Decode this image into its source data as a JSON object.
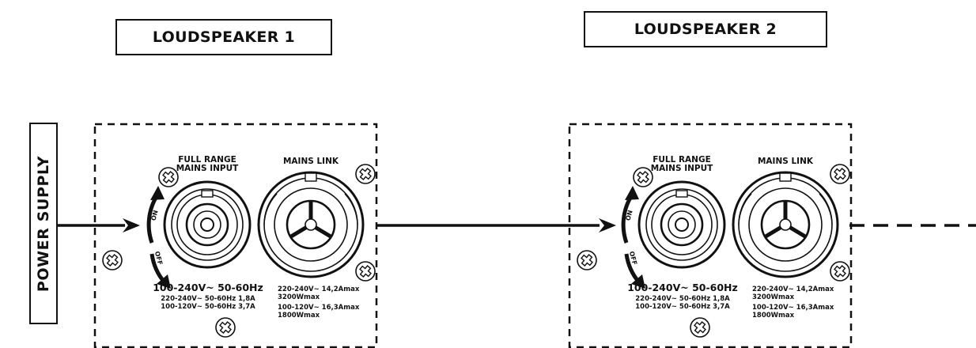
{
  "power_supply_label": "POWER SUPPLY",
  "colors": {
    "ink": "#111111",
    "background": "#ffffff"
  },
  "speakers": [
    {
      "title": "LOUDSPEAKER 1",
      "input_label_line1": "FULL RANGE",
      "input_label_line2": "MAINS INPUT",
      "link_label": "MAINS LINK",
      "on_label": "ON",
      "off_label": "OFF",
      "input_rating_main": "100-240V~ 50-60Hz",
      "input_rating_1": "220-240V~ 50-60Hz 1,8A",
      "input_rating_2": "100-120V~ 50-60Hz 3,7A",
      "link_rating_1a": "220-240V~ 14,2Amax",
      "link_rating_1b": "3200Wmax",
      "link_rating_2a": "100-120V~ 16,3Amax",
      "link_rating_2b": "1800Wmax"
    },
    {
      "title": "LOUDSPEAKER 2",
      "input_label_line1": "FULL RANGE",
      "input_label_line2": "MAINS INPUT",
      "link_label": "MAINS LINK",
      "on_label": "ON",
      "off_label": "OFF",
      "input_rating_main": "100-240V~ 50-60Hz",
      "input_rating_1": "220-240V~ 50-60Hz 1,8A",
      "input_rating_2": "100-120V~ 50-60Hz 3,7A",
      "link_rating_1a": "220-240V~ 14,2Amax",
      "link_rating_1b": "3200Wmax",
      "link_rating_2a": "100-120V~ 16,3Amax",
      "link_rating_2b": "1800Wmax"
    }
  ]
}
